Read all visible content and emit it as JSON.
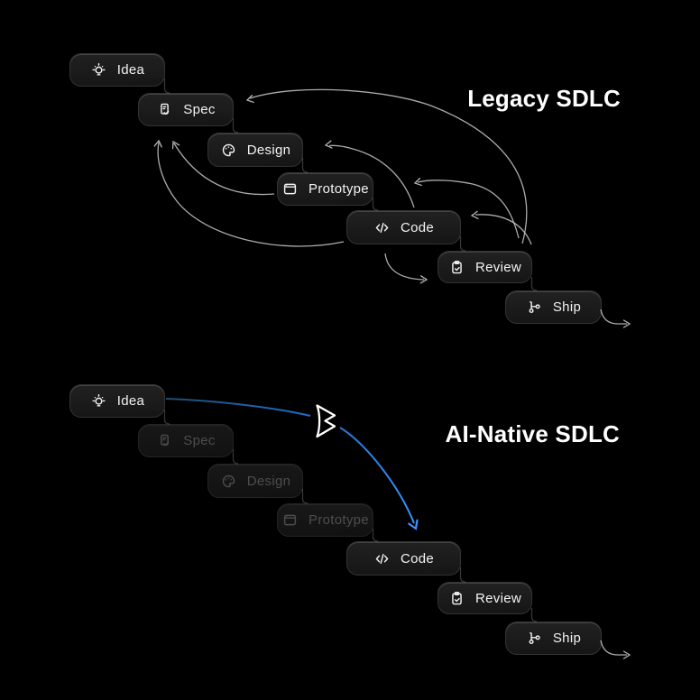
{
  "diagram": {
    "background_color": "#000000",
    "titles": {
      "legacy": "Legacy SDLC",
      "ai_native": "AI-Native SDLC"
    },
    "stages": [
      {
        "label": "Idea",
        "icon": "lightbulb-icon"
      },
      {
        "label": "Spec",
        "icon": "file-check-icon"
      },
      {
        "label": "Design",
        "icon": "palette-icon"
      },
      {
        "label": "Prototype",
        "icon": "window-icon"
      },
      {
        "label": "Code",
        "icon": "code-brackets-icon"
      },
      {
        "label": "Review",
        "icon": "clipboard-check-icon"
      },
      {
        "label": "Ship",
        "icon": "git-branch-icon"
      }
    ],
    "legacy_flow": {
      "arrow_color": "#c9c9c9",
      "feedback_arrows": [
        {
          "from": "Review",
          "to": "Spec"
        },
        {
          "from": "Review",
          "to": "Prototype"
        },
        {
          "from": "Review",
          "to": "Code"
        },
        {
          "from": "Code",
          "to": "Design"
        },
        {
          "from": "Code",
          "to": "Spec"
        },
        {
          "from": "Prototype",
          "to": "Spec"
        },
        {
          "from": "Code",
          "to": "Review",
          "direction": "forward"
        },
        {
          "from": "Ship",
          "to": "out",
          "direction": "forward"
        }
      ]
    },
    "ai_native_flow": {
      "active_stages": [
        "Idea",
        "Code",
        "Review",
        "Ship"
      ],
      "skipped_stages": [
        "Spec",
        "Design",
        "Prototype"
      ],
      "shortcut_arrow": {
        "from": "Idea",
        "via": "brand-logo",
        "to": "Code",
        "color": "#3b93ff"
      },
      "dimmed_text_color": "#4d4d4d",
      "ship_exit": {
        "from": "Ship",
        "to": "out",
        "direction": "forward"
      }
    },
    "pill_colors": {
      "background": "#1a1a1a",
      "border": "#333333",
      "text": "#f3f3f3"
    }
  }
}
